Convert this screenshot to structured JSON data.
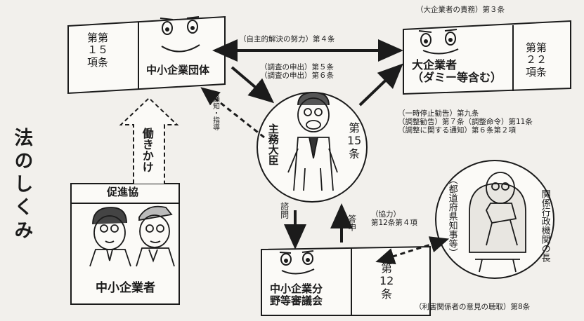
{
  "title": "法のしくみ",
  "nodes": {
    "sme_org": {
      "name": "中小企業団体",
      "article": "第第\n１５\n項条"
    },
    "large_corp": {
      "name": "大企業者\n（ダミー等含む）",
      "article": "第第\n２２\n項条"
    },
    "minister": {
      "name": "主務大臣",
      "article": "第\n15\n条"
    },
    "council": {
      "name": "中小企業分\n野等審議会",
      "article": "第\n12\n条"
    },
    "agencies": {
      "name": "関係行政機関の長",
      "sub": "（都道府県知事等）"
    },
    "promotion": {
      "name": "促進協",
      "members": "中小企業者"
    }
  },
  "labels": {
    "large_corp_duty": "（大企業者の責務）第３条",
    "self_resolution": "（自主的解決の努力）第４条",
    "survey_request": "（調査の申出）第５条\n（調査の申出）第６条",
    "orders": "（一時停止勧告）第九条\n（調整勧告）第７条（調整命令）第11条\n（調整に関する通知）第６条第２項",
    "notice_guidance": "通知・指導",
    "inquiry": "諮問",
    "report": "答申",
    "cooperation": "（協力）\n第12条第４項",
    "encourage": "働きかけ",
    "hearing": "（利害関係者の意見の聴取）第8条"
  }
}
